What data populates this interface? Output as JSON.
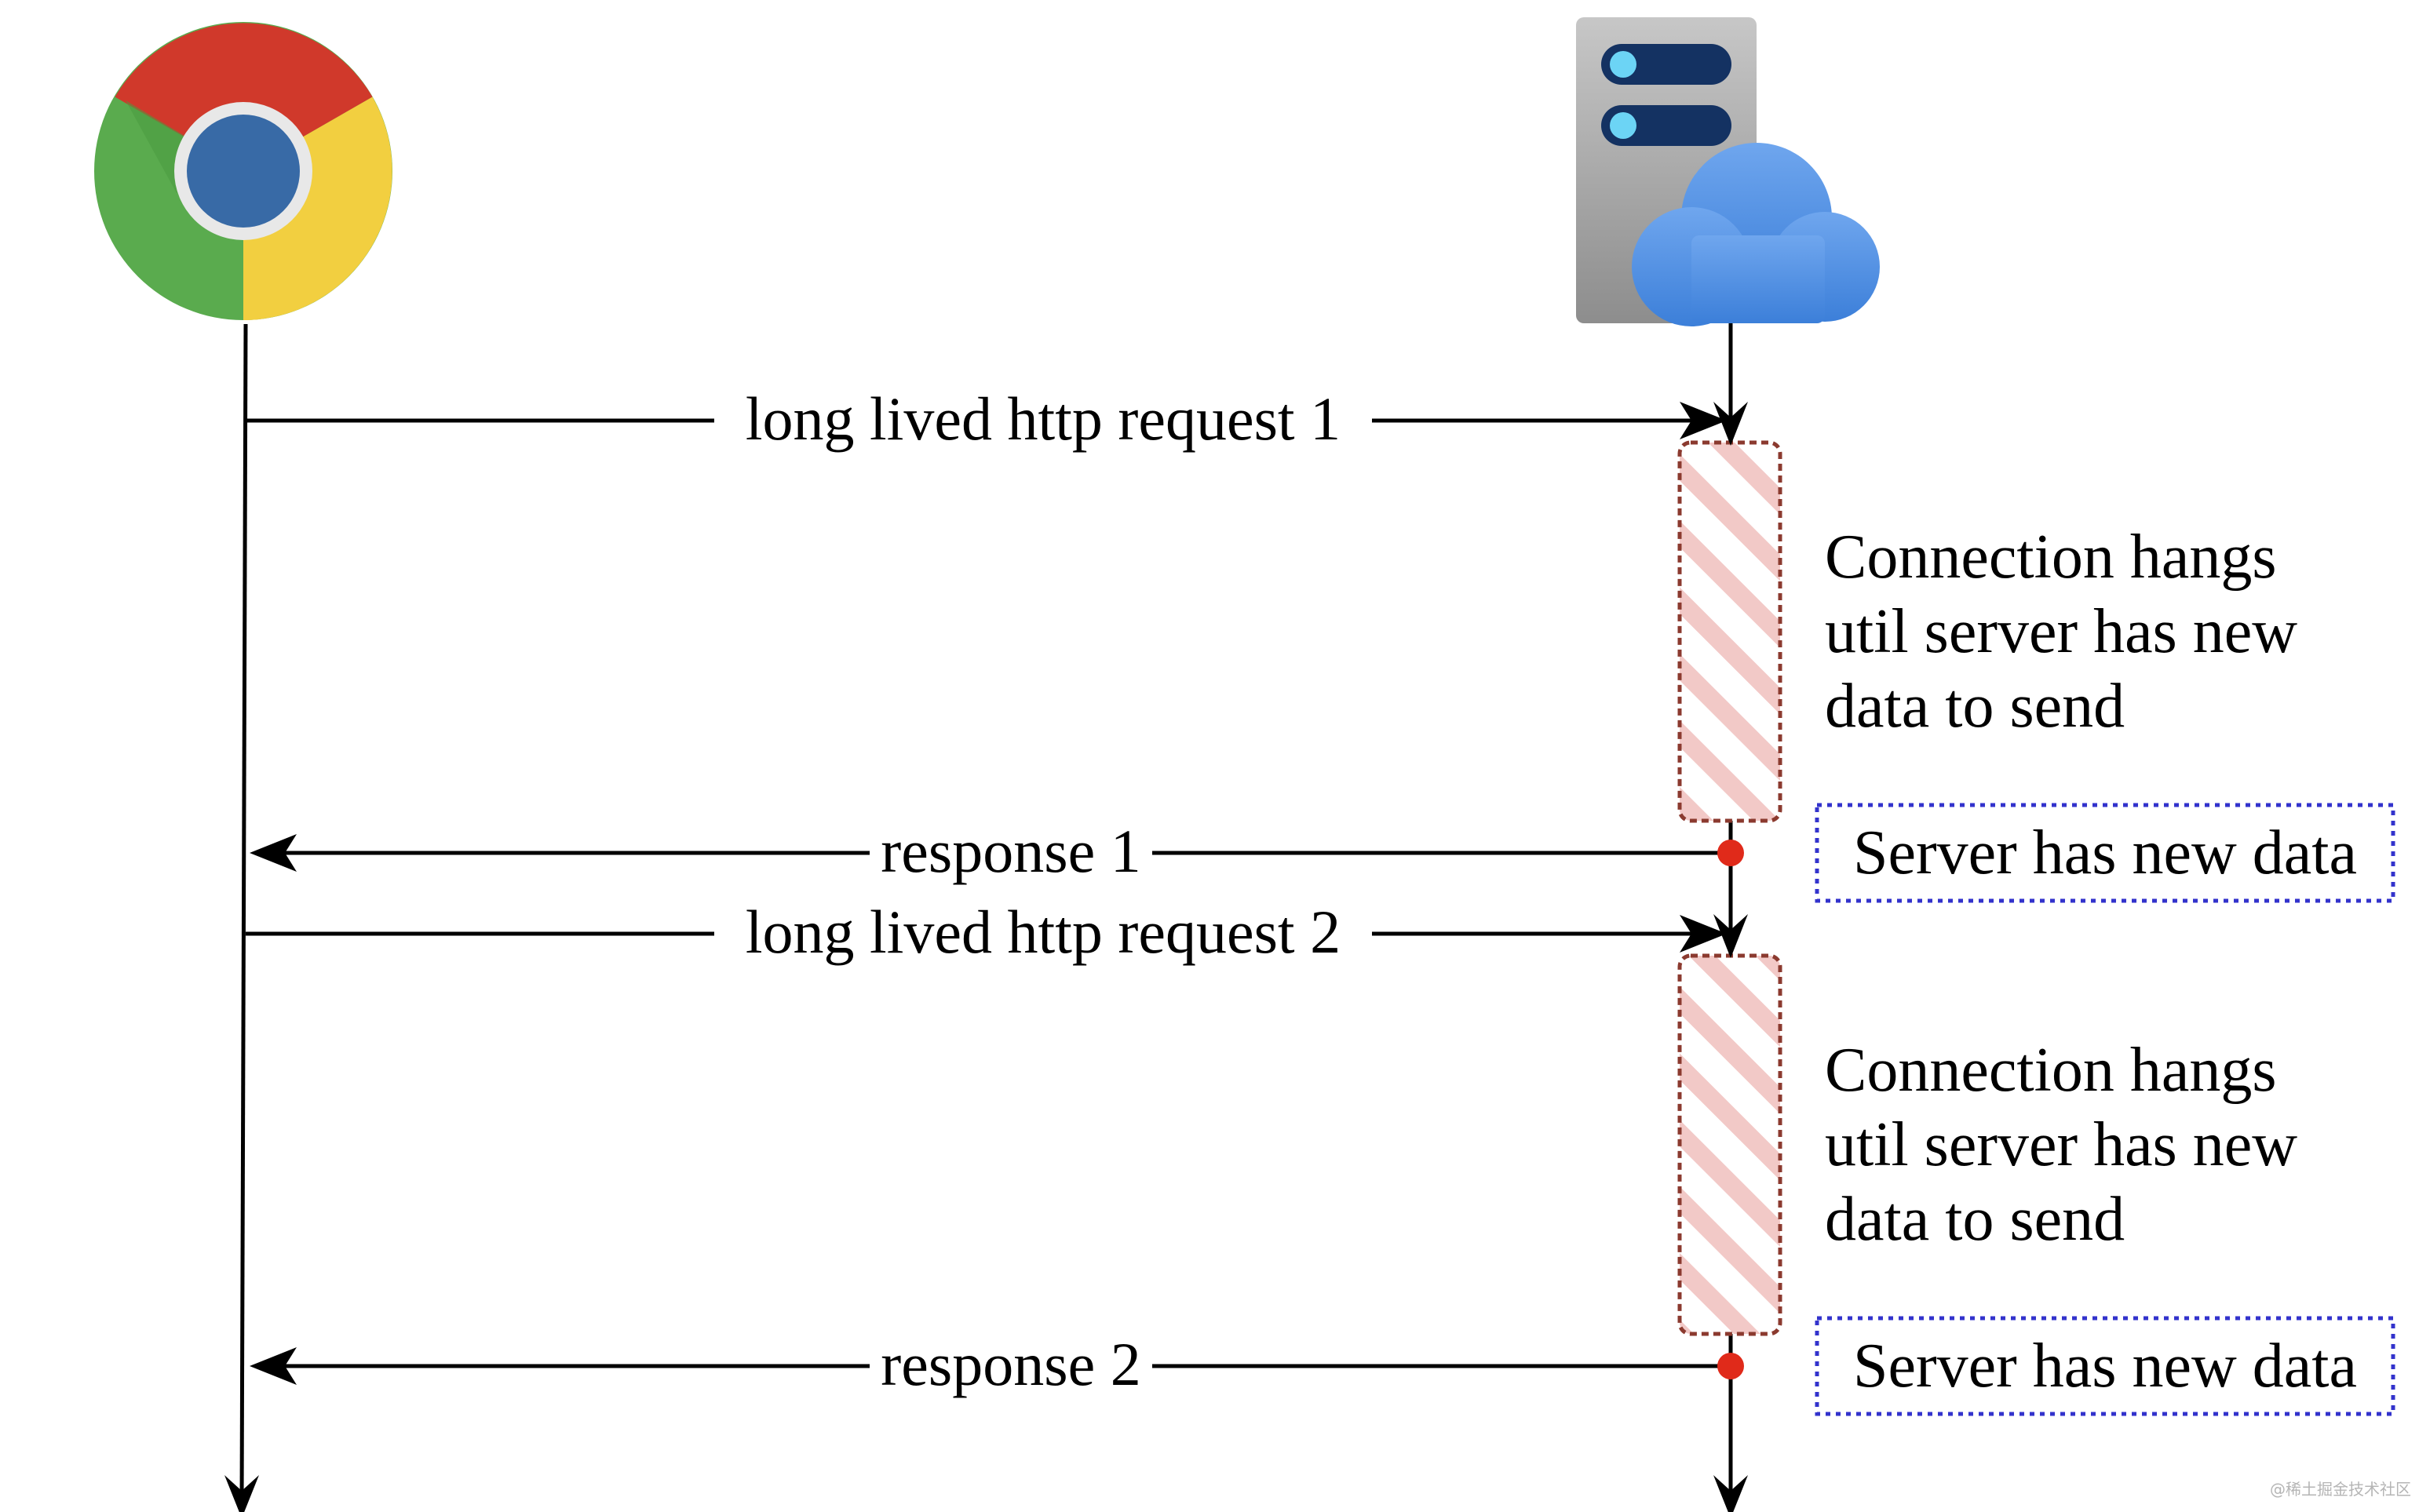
{
  "participants": {
    "client_icon": "chrome-browser-icon",
    "server_icon": "cloud-server-icon"
  },
  "messages": [
    {
      "label": "long lived http request 1",
      "direction": "client-to-server"
    },
    {
      "label": "response 1",
      "direction": "server-to-client"
    },
    {
      "label": "long lived http request 2",
      "direction": "client-to-server"
    },
    {
      "label": "response 2",
      "direction": "server-to-client"
    }
  ],
  "waits": [
    {
      "lines": [
        "Connection hangs",
        "util server has new",
        "data to send"
      ]
    },
    {
      "lines": [
        "Connection hangs",
        "util server has new",
        "data to send"
      ]
    }
  ],
  "events": [
    {
      "label": "Server has new data"
    },
    {
      "label": "Server has new data"
    }
  ],
  "watermark": "@稀土掘金技术社区",
  "colors": {
    "line": "#000000",
    "wait_border": "#8b3a2f",
    "wait_stripe": "#f2c9c7",
    "event_dot": "#e02a1a",
    "event_border": "#3333cc",
    "chrome_red": "#d0392b",
    "chrome_yellow": "#f2cf40",
    "chrome_green": "#5aab4e",
    "chrome_blue": "#386aa6",
    "server_gray": "#a8a8a8",
    "server_slot": "#143262",
    "server_led": "#6cd4f5",
    "cloud_blue": "#4f8fe0"
  }
}
